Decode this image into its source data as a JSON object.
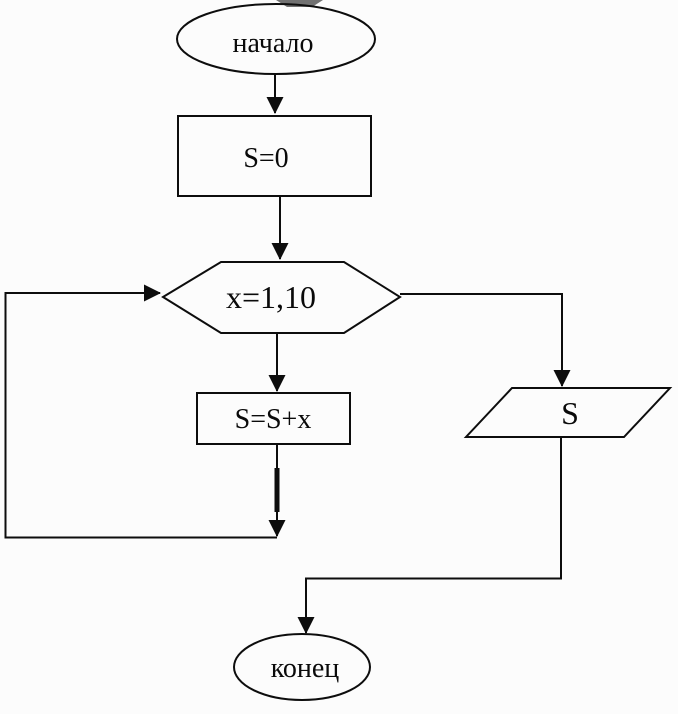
{
  "diagram": {
    "type": "flowchart",
    "language": "ru",
    "description": "Flowchart of an algorithm that sums x from 1 to 10 into S and outputs S",
    "background_color": "#fcfcfc",
    "line_color": "#0d0d0d",
    "text_color": "#0a0a0a",
    "nodes": [
      {
        "id": "start",
        "shape": "ellipse",
        "role": "terminator",
        "label": "начало"
      },
      {
        "id": "init-sum",
        "shape": "rectangle",
        "role": "process",
        "label": "S=0"
      },
      {
        "id": "loop",
        "shape": "hexagon",
        "role": "loop-bound",
        "label": "x=1,10"
      },
      {
        "id": "accumulate",
        "shape": "rectangle",
        "role": "process",
        "label": "S=S+x"
      },
      {
        "id": "output",
        "shape": "parallelogram",
        "role": "input-output",
        "label": "S"
      },
      {
        "id": "end",
        "shape": "ellipse",
        "role": "terminator",
        "label": "конец"
      }
    ],
    "edges": [
      {
        "from": "start",
        "to": "init-sum",
        "branch": "sequence"
      },
      {
        "from": "init-sum",
        "to": "loop",
        "branch": "sequence"
      },
      {
        "from": "loop",
        "to": "accumulate",
        "branch": "loop-body"
      },
      {
        "from": "accumulate",
        "to": "loop",
        "branch": "loop-back"
      },
      {
        "from": "loop",
        "to": "output",
        "branch": "loop-exit"
      },
      {
        "from": "output",
        "to": "end",
        "branch": "sequence"
      }
    ]
  }
}
